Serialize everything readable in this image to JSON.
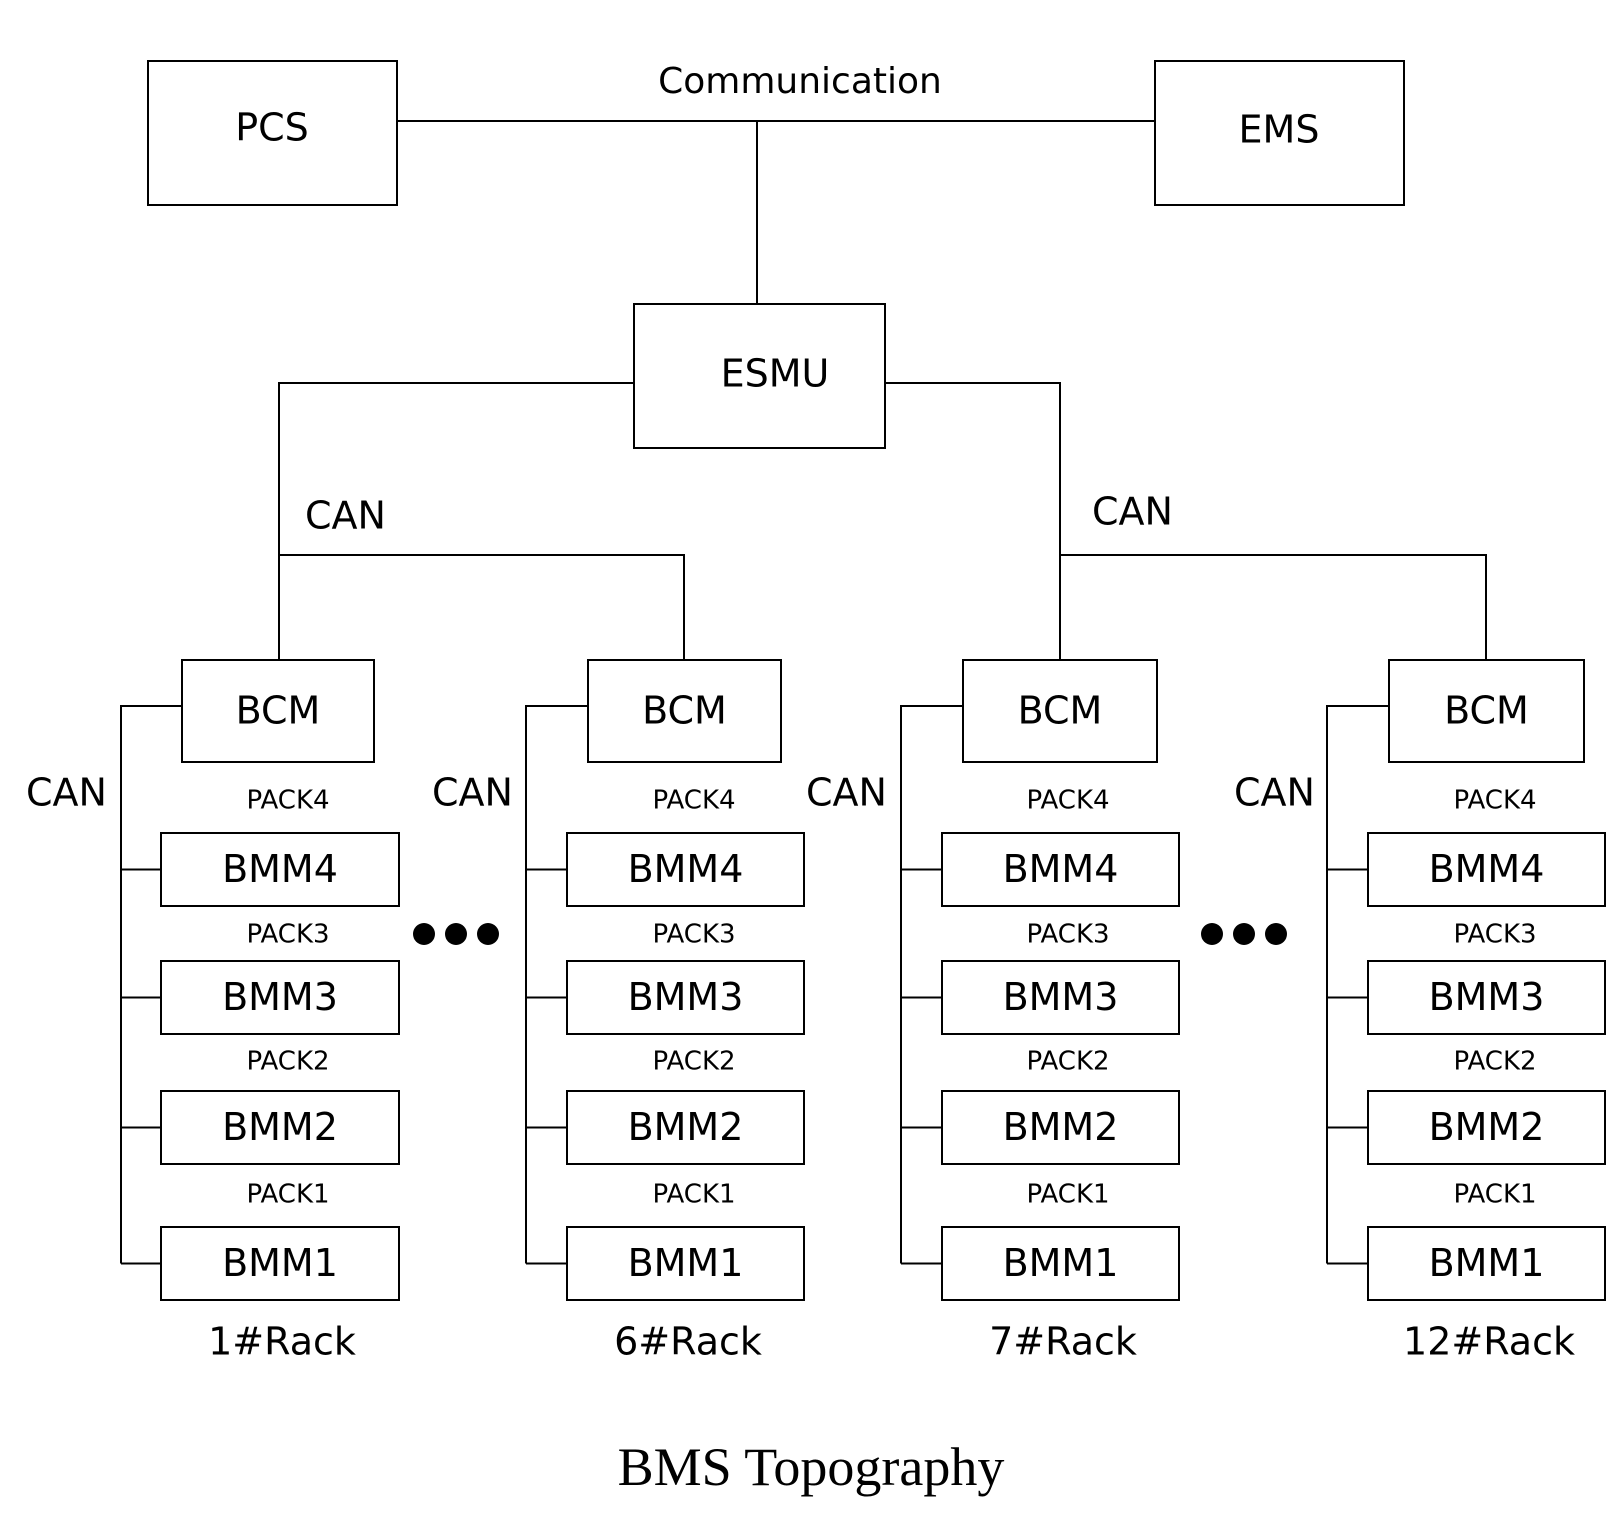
{
  "caption": "BMS Topography",
  "top": {
    "pcs": "PCS",
    "ems": "EMS",
    "communication": "Communication",
    "esmu": "ESMU"
  },
  "can_label": "CAN",
  "racks": [
    {
      "bcm": "BCM",
      "modules": [
        "BMM4",
        "BMM3",
        "BMM2",
        "BMM1"
      ],
      "packs": [
        "PACK4",
        "PACK3",
        "PACK2",
        "PACK1"
      ],
      "name": "1#Rack"
    },
    {
      "bcm": "BCM",
      "modules": [
        "BMM4",
        "BMM3",
        "BMM2",
        "BMM1"
      ],
      "packs": [
        "PACK4",
        "PACK3",
        "PACK2",
        "PACK1"
      ],
      "name": "6#Rack"
    },
    {
      "bcm": "BCM",
      "modules": [
        "BMM4",
        "BMM3",
        "BMM2",
        "BMM1"
      ],
      "packs": [
        "PACK4",
        "PACK3",
        "PACK2",
        "PACK1"
      ],
      "name": "7#Rack"
    },
    {
      "bcm": "BCM",
      "modules": [
        "BMM4",
        "BMM3",
        "BMM2",
        "BMM1"
      ],
      "packs": [
        "PACK4",
        "PACK3",
        "PACK2",
        "PACK1"
      ],
      "name": "12#Rack"
    }
  ]
}
